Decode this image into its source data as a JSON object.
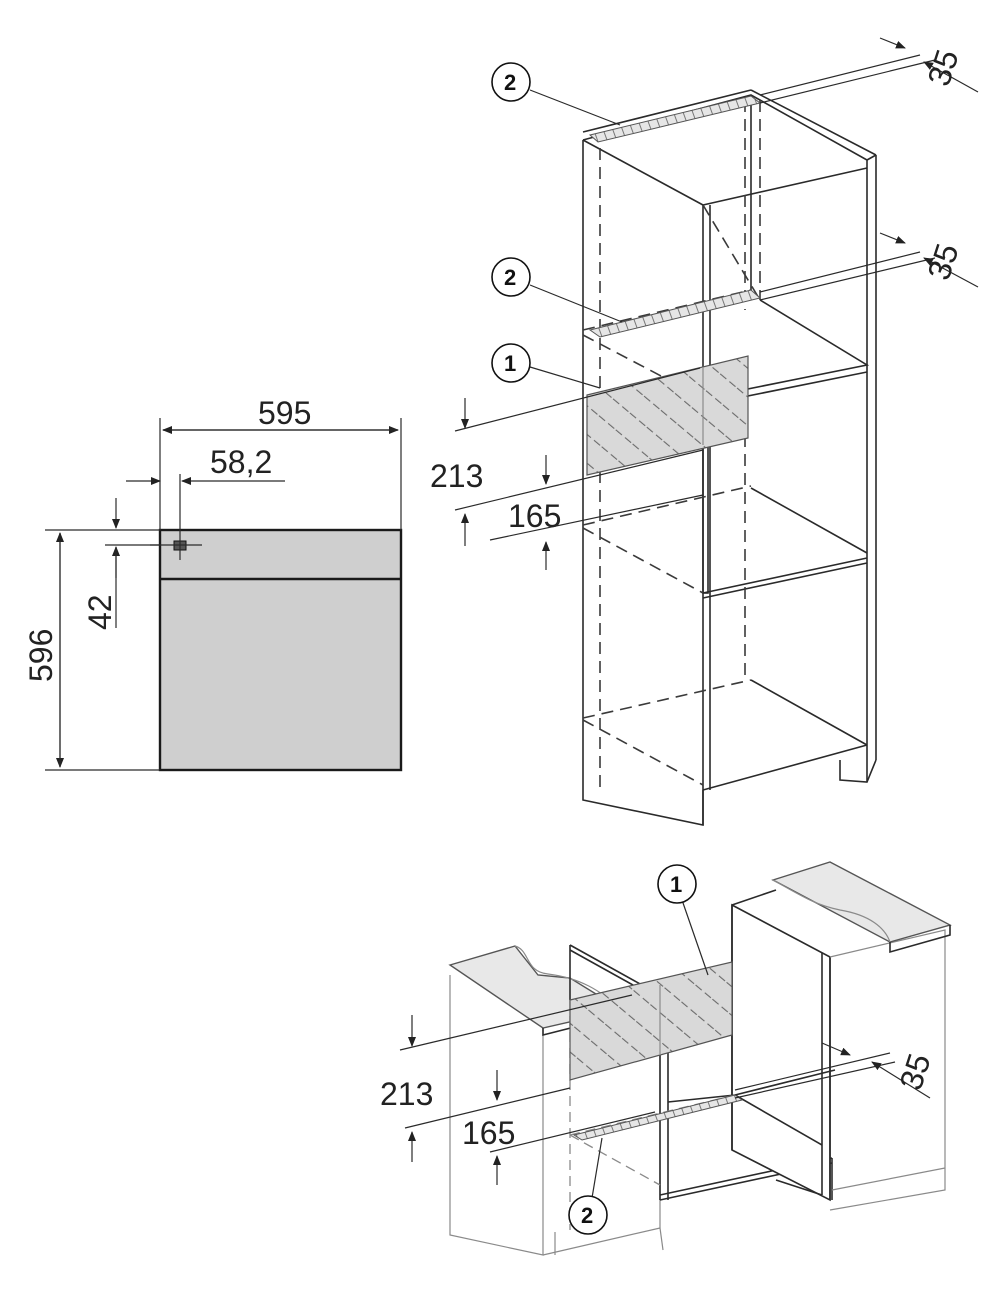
{
  "front_view": {
    "width_label": "595",
    "offset_label": "58,2",
    "height_label": "596",
    "panel_label": "42"
  },
  "tall_cabinet": {
    "top_gap_label": "35",
    "shelf_gap_label": "35",
    "vent_height_label": "213",
    "vent_bottom_label": "165",
    "callout_top": "2",
    "callout_shelf": "2",
    "callout_vent": "1"
  },
  "base_cabinet": {
    "gap_label": "35",
    "vent_height_label": "213",
    "vent_bottom_label": "165",
    "callout_vent": "1",
    "callout_bottom": "2"
  }
}
